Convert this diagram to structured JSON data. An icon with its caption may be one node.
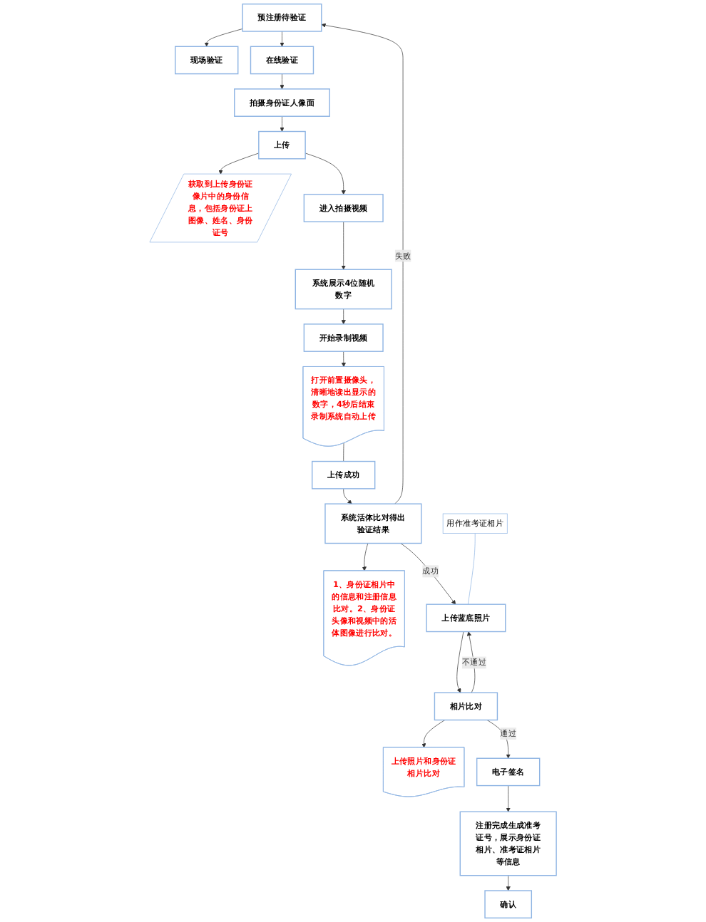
{
  "diagram": {
    "nodes": [
      {
        "text": [
          "预注册待验证"
        ]
      },
      {
        "text": [
          "现场验证"
        ]
      },
      {
        "text": [
          "在线验证"
        ]
      },
      {
        "text": [
          "拍摄身份证人像面"
        ]
      },
      {
        "text": [
          "上传"
        ]
      },
      {
        "text": [
          "获取到上传身份证像片中的身份信息，包括身份证上图像、姓名、身份证号"
        ]
      },
      {
        "text": [
          "进入拍摄视频"
        ]
      },
      {
        "text": [
          "系统展示4位随机数字"
        ]
      },
      {
        "text": [
          "开始录制视频"
        ]
      },
      {
        "text": [
          "打开前置摄像头，清晰地读出显示的数字，4秒后结束录制系统自动上传"
        ]
      },
      {
        "text": [
          "上传成功"
        ]
      },
      {
        "text": [
          "系统活体比对得出验证结果"
        ]
      },
      {
        "text": [
          "1、身份证相片中的信息和注册信息比对。2、身份证头像和视频中的活体图像进行比对。"
        ]
      },
      {
        "text": [
          "用作准考证相片"
        ]
      },
      {
        "text": [
          "上传蓝底照片"
        ]
      },
      {
        "text": [
          "相片比对"
        ]
      },
      {
        "text": [
          "上传照片和身份证相片比对"
        ]
      },
      {
        "text": [
          "电子签名"
        ]
      },
      {
        "text": [
          "注册完成生成准考证号，展示身份证相片、准考证相片等信息"
        ]
      },
      {
        "text": [
          "确认"
        ]
      }
    ],
    "edges": [
      {
        "from": 0,
        "to": 1,
        "arrow": "to"
      },
      {
        "from": 0,
        "to": 2,
        "arrow": "to"
      },
      {
        "from": 2,
        "to": 3,
        "arrow": "to"
      },
      {
        "from": 3,
        "to": 4,
        "arrow": "to"
      },
      {
        "from": 4,
        "to": 5,
        "arrow": "to"
      },
      {
        "from": 4,
        "to": 6,
        "arrow": "to"
      },
      {
        "from": 6,
        "to": 7,
        "arrow": "to"
      },
      {
        "from": 7,
        "to": 8,
        "arrow": "to"
      },
      {
        "from": 8,
        "to": 9,
        "arrow": "to"
      },
      {
        "from": 9,
        "to": 10,
        "arrow": "none"
      },
      {
        "from": 10,
        "to": 11,
        "arrow": "to"
      },
      {
        "from": 11,
        "to": 12,
        "arrow": "to"
      },
      {
        "from": 11,
        "to": 0,
        "label": "失败",
        "arrow": "to"
      },
      {
        "from": 11,
        "to": 14,
        "label": "成功",
        "arrow": "to"
      },
      {
        "from": 13,
        "to": 14,
        "arrow": "none",
        "color": "#8eb4e3"
      },
      {
        "from": 14,
        "to": 15,
        "arrow": "to"
      },
      {
        "from": 15,
        "to": 14,
        "label": "不通过",
        "arrow": "to"
      },
      {
        "from": 15,
        "to": 16,
        "arrow": "to"
      },
      {
        "from": 15,
        "to": 17,
        "label": "通过",
        "arrow": "to"
      },
      {
        "from": 17,
        "to": 18,
        "arrow": "to"
      },
      {
        "from": 18,
        "to": 19,
        "arrow": "to"
      }
    ]
  }
}
